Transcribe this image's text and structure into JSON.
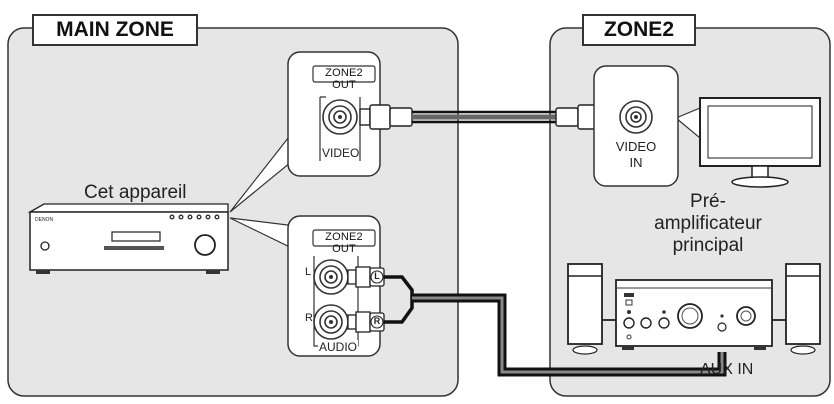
{
  "zones": {
    "main": {
      "title": "MAIN ZONE"
    },
    "zone2": {
      "title": "ZONE2"
    }
  },
  "device_label": "Cet appareil",
  "video_panel": {
    "header": "ZONE2 OUT",
    "jack_label": "VIDEO"
  },
  "audio_panel": {
    "header": "ZONE2 OUT",
    "left": "L",
    "right": "R",
    "jack_label": "AUDIO",
    "plug_left": "L",
    "plug_right": "R"
  },
  "video_in": {
    "line1": "VIDEO",
    "line2": "IN"
  },
  "preamp": {
    "line1": "Pré-",
    "line2": "amplificateur",
    "line3": "principal"
  },
  "aux_in": "AUX IN",
  "brand_mark": "DENON"
}
